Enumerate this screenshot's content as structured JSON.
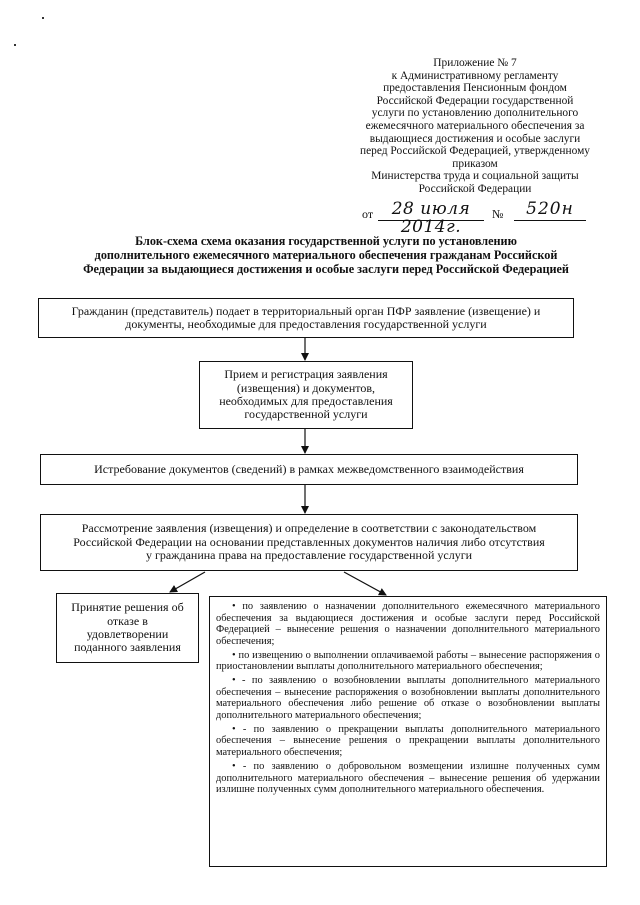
{
  "appendix": {
    "lines": [
      "Приложение № 7",
      "к Административному регламенту",
      "предоставления Пенсионным фондом",
      "Российской Федерации государственной",
      "услуги по установлению дополнительного",
      "ежемесячного материального обеспечения за",
      "выдающиеся достижения и особые заслуги",
      "перед Российской Федерацией, утвержденному",
      "приказом",
      "Министерства труда и социальной защиты",
      "Российской Федерации"
    ],
    "date_prefix": "от",
    "date": "28 июля 2014г.",
    "number_prefix": "№",
    "number": "520н"
  },
  "title": {
    "lines": [
      "Блок-схема схема оказания государственной услуги по установлению",
      "дополнительного ежемесячного материального обеспечения гражданам Российской",
      "Федерации за выдающиеся достижения и особые заслуги перед Российской Федерацией"
    ]
  },
  "flow": {
    "step1": [
      "Гражданин (представитель) подает в территориальный орган ПФР заявление (извещение) и",
      "документы, необходимые для предоставления государственной услуги"
    ],
    "step2": [
      "Прием и регистрация заявления",
      "(извещения) и документов,",
      "необходимых для предоставления",
      "государственной услуги"
    ],
    "step3": "Истребование документов (сведений) в рамках межведомственного взаимодействия",
    "step4": [
      "Рассмотрение заявления (извещения) и определение в соответствии с законодательством",
      "Российской Федерации на основании представленных документов наличия либо отсутствия",
      "у гражданина права на предоставление государственной услуги"
    ],
    "refusal": [
      "Принятие решения об",
      "отказе в",
      "удовлетворении",
      "поданного заявления"
    ],
    "outcomes": [
      "•   по заявлению о назначении дополнительного ежемесячного материального обеспечения за выдающиеся достижения и особые заслуги перед Российской Федерацией – вынесение решения о назначении дополнительного материального обеспечения;",
      "•   по извещению о выполнении оплачиваемой работы – вынесение распоряжения о приостановлении выплаты дополнительного материального обеспечения;",
      "•   - по заявлению о возобновлении выплаты дополнительного материального обеспечения – вынесение распоряжения о возобновлении выплаты дополнительного материального обеспечения либо решение об отказе о возобновлении выплаты дополнительного материального обеспечения;",
      "•   - по заявлению о прекращении выплаты дополнительного материального обеспечения – вынесение решения о прекращении выплаты дополнительного материального обеспечения;",
      "•   - по заявлению о добровольном возмещении излишне полученных сумм дополнительного материального обеспечения – вынесение решения об удержании излишне полученных сумм дополнительного материального обеспечения."
    ]
  }
}
